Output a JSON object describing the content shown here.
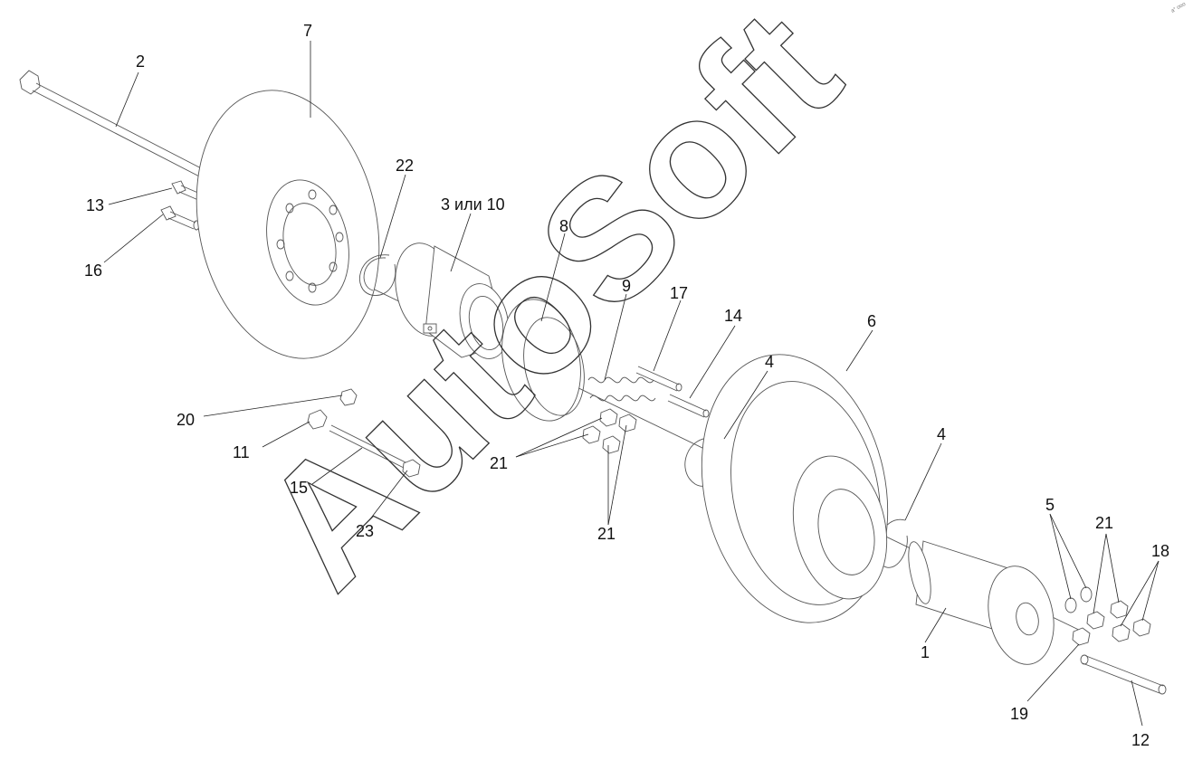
{
  "diagram": {
    "labels": [
      {
        "id": "l2",
        "text": "2"
      },
      {
        "id": "l7",
        "text": "7"
      },
      {
        "id": "l13",
        "text": "13"
      },
      {
        "id": "l16",
        "text": "16"
      },
      {
        "id": "l22",
        "text": "22"
      },
      {
        "id": "l3or10",
        "text": "3 или 10"
      },
      {
        "id": "l8",
        "text": "8"
      },
      {
        "id": "l9",
        "text": "9"
      },
      {
        "id": "l17",
        "text": "17"
      },
      {
        "id": "l14",
        "text": "14"
      },
      {
        "id": "l6",
        "text": "6"
      },
      {
        "id": "l4a",
        "text": "4"
      },
      {
        "id": "l4b",
        "text": "4"
      },
      {
        "id": "l20",
        "text": "20"
      },
      {
        "id": "l11",
        "text": "11"
      },
      {
        "id": "l15",
        "text": "15"
      },
      {
        "id": "l23",
        "text": "23"
      },
      {
        "id": "l21a",
        "text": "21"
      },
      {
        "id": "l21b",
        "text": "21"
      },
      {
        "id": "l21c",
        "text": "21"
      },
      {
        "id": "l5",
        "text": "5"
      },
      {
        "id": "l18",
        "text": "18"
      },
      {
        "id": "l1",
        "text": "1"
      },
      {
        "id": "l19",
        "text": "19"
      },
      {
        "id": "l12",
        "text": "12"
      }
    ],
    "watermark": "AutoSoft",
    "corner_mark": "a° ooo"
  }
}
